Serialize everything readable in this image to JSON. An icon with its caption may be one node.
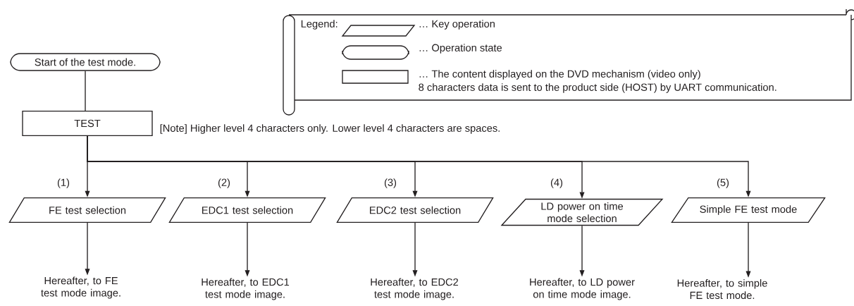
{
  "diagram": {
    "nodes": [
      {
        "text": [
          "Start of the test mode."
        ]
      },
      {
        "text": [
          "TEST"
        ],
        "beside": [
          "[Note] Higher level 4 characters only. Lower level 4 characters are spaces."
        ]
      },
      {
        "text": [
          "FE test selection"
        ],
        "beside": [
          "(1)"
        ]
      },
      {
        "text": [
          "EDC1 test selection"
        ],
        "beside": [
          "(2)"
        ]
      },
      {
        "text": [
          "EDC2 test selection"
        ],
        "beside": [
          "(3)"
        ]
      },
      {
        "text": [
          "LD power on time mode selection"
        ],
        "beside": [
          "(4)"
        ]
      },
      {
        "text": [
          "Simple FE test mode"
        ],
        "beside": [
          "(5)"
        ]
      },
      {
        "text": [
          "Hereafter, to FE test mode image."
        ]
      },
      {
        "text": [
          "Hereafter, to EDC1 test mode image."
        ]
      },
      {
        "text": [
          "Hereafter, to EDC2 test mode image."
        ]
      },
      {
        "text": [
          "Hereafter, to LD power on time mode image."
        ]
      },
      {
        "text": [
          "Hereafter, to simple FE test mode."
        ]
      }
    ],
    "edges": [
      {
        "from": 0,
        "to": 1,
        "arrow": "none"
      },
      {
        "from": 1,
        "to": 2,
        "arrow": "to"
      },
      {
        "from": 1,
        "to": 3,
        "arrow": "to"
      },
      {
        "from": 1,
        "to": 4,
        "arrow": "to"
      },
      {
        "from": 1,
        "to": 5,
        "arrow": "to"
      },
      {
        "from": 1,
        "to": 6,
        "arrow": "to"
      },
      {
        "from": 2,
        "to": 7,
        "arrow": "to"
      },
      {
        "from": 3,
        "to": 8,
        "arrow": "to"
      },
      {
        "from": 4,
        "to": 9,
        "arrow": "to"
      },
      {
        "from": 5,
        "to": 10,
        "arrow": "to"
      },
      {
        "from": 6,
        "to": 11,
        "arrow": "to"
      }
    ],
    "labels": [
      "Legend:"
    ],
    "legend": [
      {
        "text": "… Key operation"
      },
      {
        "text": "… Operation state"
      },
      {
        "text": "… The content displayed on the DVD mechanism (video only)"
      },
      {
        "text": "8 characters data is sent to the product side (HOST) by UART communication."
      }
    ]
  }
}
